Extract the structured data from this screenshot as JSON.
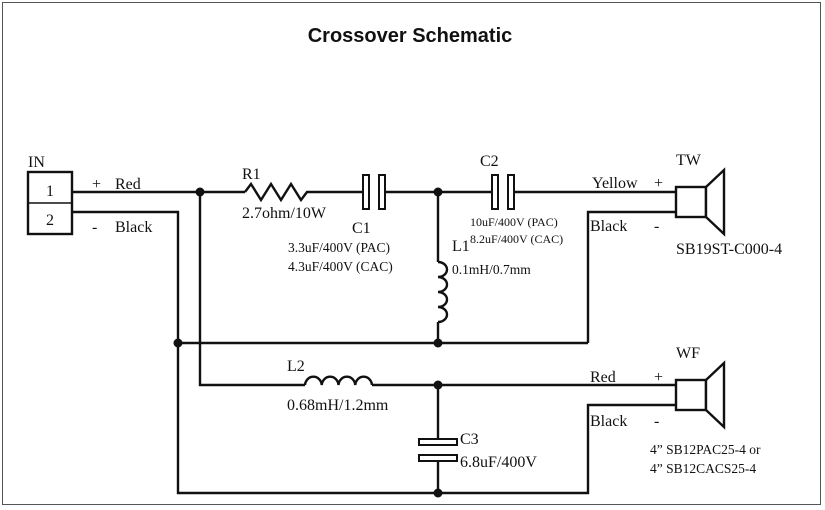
{
  "title": "Crossover Schematic",
  "input": {
    "label": "IN",
    "pin1": "1",
    "pin2": "2",
    "plus": "+",
    "minus": "-",
    "plus_color": "Red",
    "minus_color": "Black"
  },
  "components": {
    "r1": {
      "name": "R1",
      "value": "2.7ohm/10W"
    },
    "c1": {
      "name": "C1",
      "value_pac": "3.3uF/400V (PAC)",
      "value_cac": "4.3uF/400V (CAC)"
    },
    "c2": {
      "name": "C2",
      "value_pac": "10uF/400V (PAC)",
      "value_cac": "8.2uF/400V (CAC)"
    },
    "l1": {
      "name": "L1",
      "value": "0.1mH/0.7mm"
    },
    "l2": {
      "name": "L2",
      "value": "0.68mH/1.2mm"
    },
    "c3": {
      "name": "C3",
      "value": "6.8uF/400V"
    }
  },
  "tweeter": {
    "label": "TW",
    "plus_color": "Yellow",
    "minus_color": "Black",
    "plus": "+",
    "minus": "-",
    "model": "SB19ST-C000-4"
  },
  "woofer": {
    "label": "WF",
    "plus_color": "Red",
    "minus_color": "Black",
    "plus": "+",
    "minus": "-",
    "model_line1": "4” SB12PAC25-4 or",
    "model_line2": "4” SB12CACS25-4"
  }
}
